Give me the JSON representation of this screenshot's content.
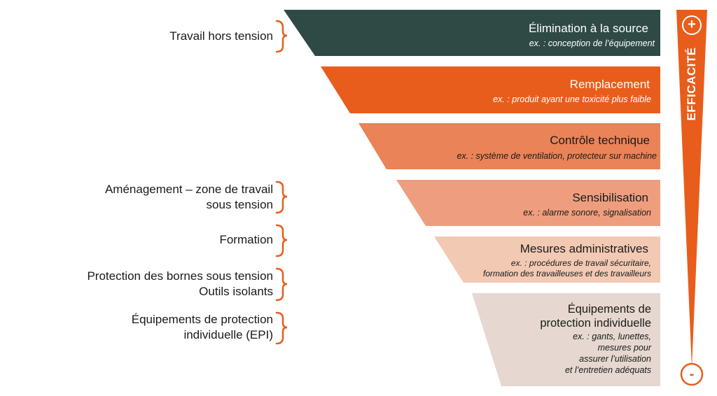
{
  "colors": {
    "tier1": "#2f4a45",
    "tier2": "#e85d1c",
    "tier3": "#ea8358",
    "tier4": "#ee9e7e",
    "tier5": "#f2c9b3",
    "tier6": "#e6d8d0",
    "accent": "#e85d1c",
    "text_dark": "#1a1a1a"
  },
  "tiers": [
    {
      "title": "Élimination à la source",
      "example": "ex. : conception de l’équipement"
    },
    {
      "title": "Remplacement",
      "example": "ex. : produit ayant une toxicité plus faible"
    },
    {
      "title": "Contrôle technique",
      "example": "ex. : système de ventilation, protecteur sur machine"
    },
    {
      "title": "Sensibilisation",
      "example": "ex. : alarme sonore, signalisation"
    },
    {
      "title": "Mesures administratives",
      "example_line1": "ex. : procédures de travail sécuritaire,",
      "example_line2": "formation des travailleuses et des travailleurs"
    },
    {
      "title_line1": "Équipements de",
      "title_line2": "protection individuelle",
      "example_line1": "ex. : gants, lunettes,",
      "example_line2": "mesures pour",
      "example_line3": "assurer l’utilisation",
      "example_line4": "et l’entretien adéquats"
    }
  ],
  "left_labels": [
    {
      "line1": "Travail hors tension"
    },
    {
      "line1": "Aménagement – zone de travail",
      "line2": "sous tension"
    },
    {
      "line1": "Formation"
    },
    {
      "line1": "Protection des bornes sous tension",
      "line2": "Outils isolants"
    },
    {
      "line1": "Équipements de protection",
      "line2": "individuelle (EPI)"
    }
  ],
  "axis": {
    "label": "EFFICACITÉ",
    "plus": "+",
    "minus": "-"
  }
}
